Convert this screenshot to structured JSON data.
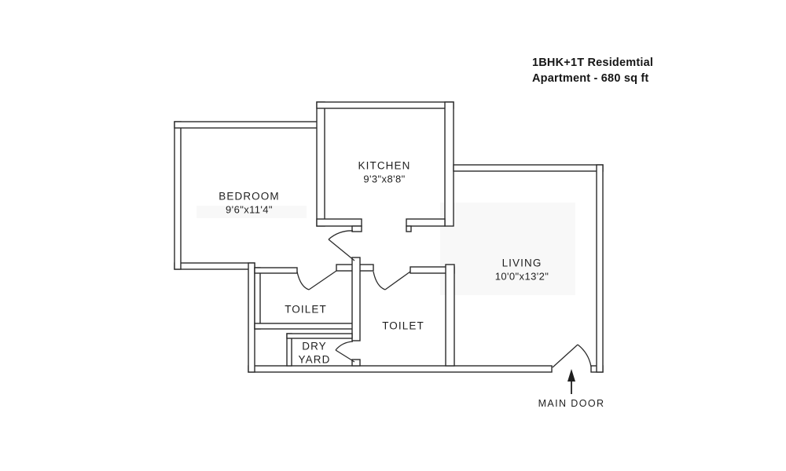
{
  "title": {
    "line1": "1BHK+1T Residemtial",
    "line2": "Apartment - 680 sq ft"
  },
  "rooms": {
    "bedroom": {
      "label": "BEDROOM",
      "dimensions": "9'6\"x11'4\""
    },
    "kitchen": {
      "label": "KITCHEN",
      "dimensions": "9'3\"x8'8\""
    },
    "living": {
      "label": "LIVING",
      "dimensions": "10'0\"x13'2\""
    },
    "toilet_left": {
      "label": "TOILET"
    },
    "toilet_right": {
      "label": "TOILET"
    },
    "dry_yard": {
      "line1": "DRY",
      "line2": "YARD"
    }
  },
  "annotations": {
    "main_door": {
      "label": "MAIN DOOR"
    }
  },
  "colors": {
    "background": "#ffffff",
    "wall_stroke": "#2b2b2b",
    "text": "#1f1f1f"
  }
}
